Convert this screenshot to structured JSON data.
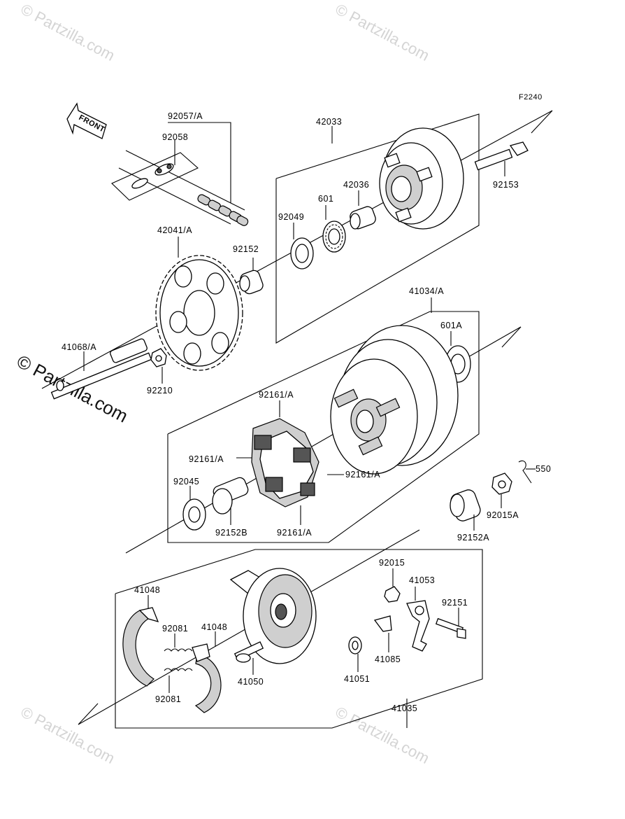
{
  "watermarks": {
    "top_left": "© Partzilla.com",
    "top_right": "© Partzilla.com",
    "middle": "© Partzilla.com",
    "bottom_left": "© Partzilla.com",
    "bottom_right": "© Partzilla.com"
  },
  "figure_code": "F2240",
  "front_arrow": "FRONT",
  "parts": {
    "p92057A": "92057/A",
    "p92058": "92058",
    "p42033": "42033",
    "p92153": "92153",
    "p42036": "42036",
    "p601": "601",
    "p92049": "92049",
    "p92152": "92152",
    "p42041A": "42041/A",
    "p41034A": "41034/A",
    "p601A": "601A",
    "p41068A": "41068/A",
    "p92210": "92210",
    "p92161A_top": "92161/A",
    "p92161A_left": "92161/A",
    "p92161A_right": "92161/A",
    "p92161A_bottom": "92161/A",
    "p550": "550",
    "p92045": "92045",
    "p92152B": "92152B",
    "p92015A": "92015A",
    "p92152A": "92152A",
    "p92015": "92015",
    "p41053": "41053",
    "p92151": "92151",
    "p41048_left": "41048",
    "p41048_right": "41048",
    "p92081_top": "92081",
    "p92081_bottom": "92081",
    "p41050": "41050",
    "p41051": "41051",
    "p41085": "41085",
    "p41035": "41035"
  }
}
